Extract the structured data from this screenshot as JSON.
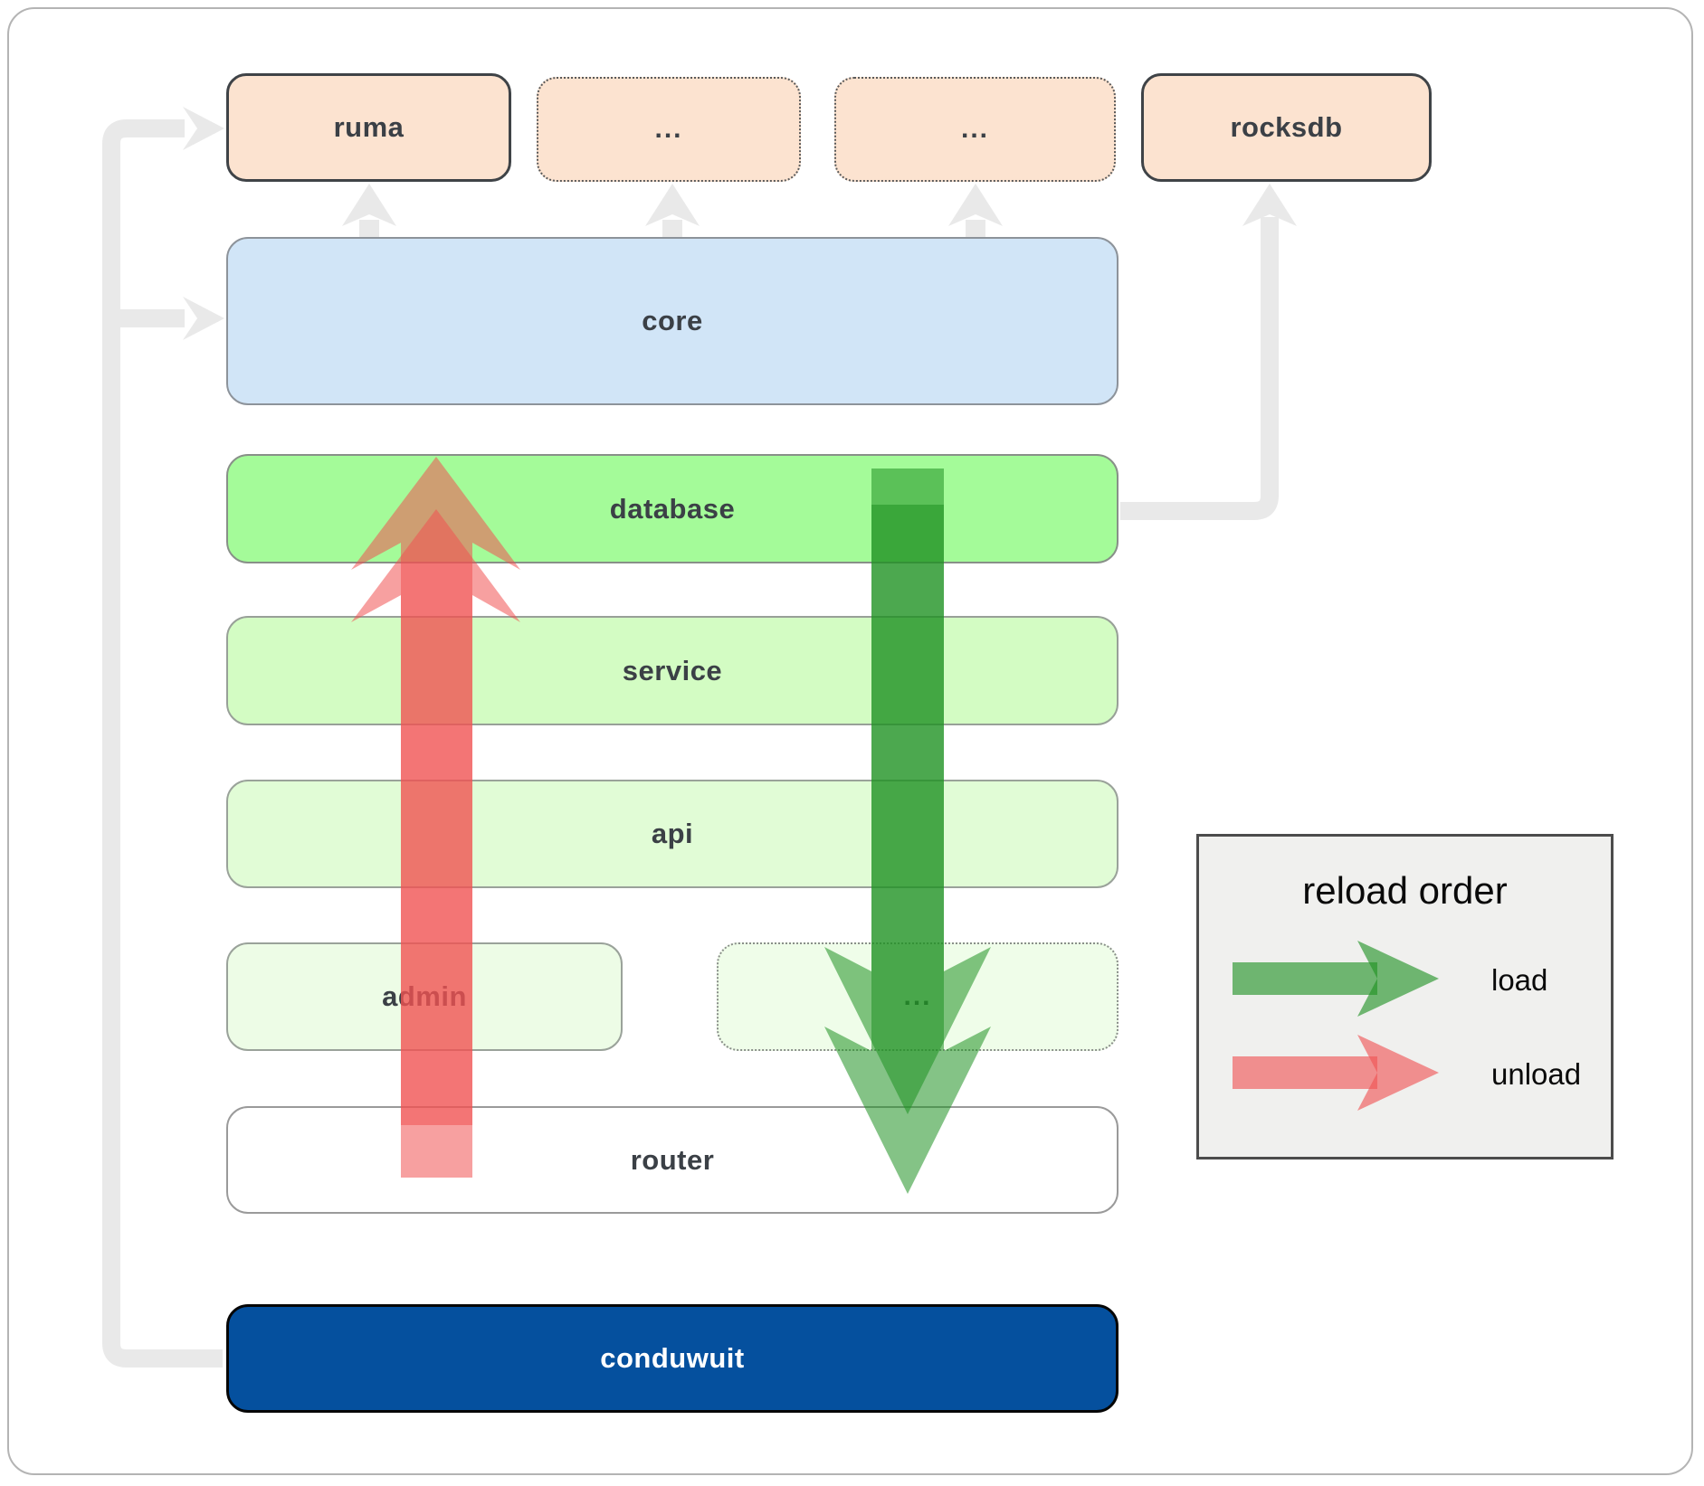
{
  "diagram": {
    "boxes": {
      "ruma": {
        "label": "ruma"
      },
      "dep_more_1": {
        "label": "..."
      },
      "dep_more_2": {
        "label": "..."
      },
      "rocksdb": {
        "label": "rocksdb"
      },
      "core": {
        "label": "core"
      },
      "database": {
        "label": "database"
      },
      "service": {
        "label": "service"
      },
      "api": {
        "label": "api"
      },
      "admin": {
        "label": "admin"
      },
      "admin_more": {
        "label": "..."
      },
      "router": {
        "label": "router"
      },
      "conduwuit": {
        "label": "conduwuit"
      }
    },
    "colors": {
      "box_peach": "#fce3d0",
      "core_blue": "#d1e5f7",
      "database_green": "#a4fb99",
      "service_green": "#d3fcc3",
      "api_green": "#e1fcd6",
      "admin_green": "#edfce6",
      "conduwuit_blue": "#05509e",
      "connector_gray": "#e9e9e9",
      "load_green": "#1f9122",
      "unload_red": "#f05252",
      "legend_bg": "#f0f0ee"
    }
  },
  "legend": {
    "title": "reload order",
    "items": [
      {
        "label": "load",
        "color": "#1f9122"
      },
      {
        "label": "unload",
        "color": "#f05252"
      }
    ]
  }
}
